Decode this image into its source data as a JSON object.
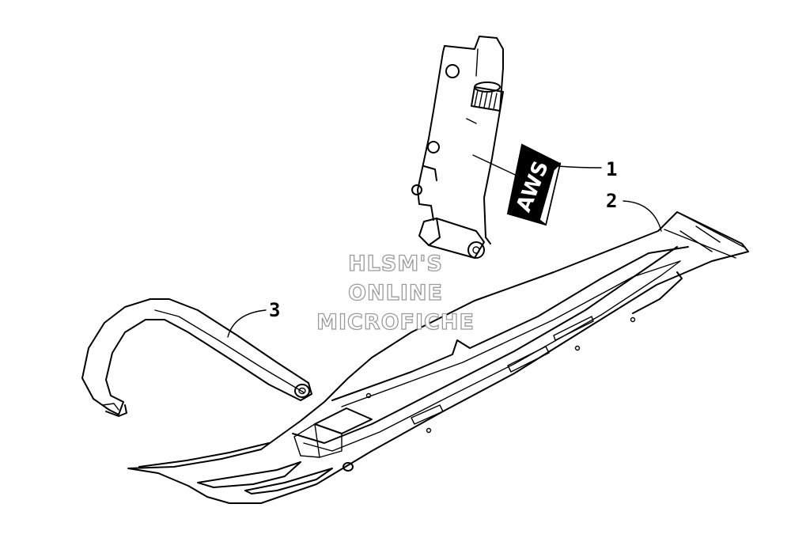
{
  "callouts": [
    {
      "number": "1",
      "part": "decal"
    },
    {
      "number": "2",
      "part": "ski"
    },
    {
      "number": "3",
      "part": "handle"
    }
  ],
  "decal": {
    "text": "AWS"
  },
  "watermark": {
    "lines": [
      "HLSM'S",
      "ONLINE",
      "MICROFICHE"
    ]
  },
  "colors": {
    "line": "#000000",
    "background": "#ffffff",
    "watermark_outline": "#9a9a9a"
  }
}
